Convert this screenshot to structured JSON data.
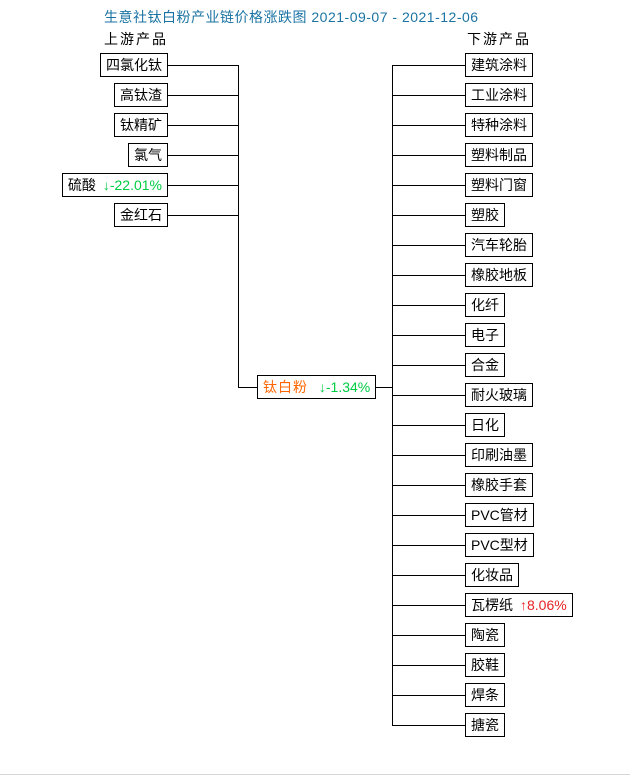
{
  "title": "生意社钛白粉产业链价格涨跌图 2021-09-07 - 2021-12-06",
  "headers": {
    "upstream": "上游产品",
    "downstream": "下游产品"
  },
  "colors": {
    "title": "#1a73a3",
    "down": "#00cc44",
    "up": "#e62222",
    "center_label": "#ff6600",
    "line": "#000000",
    "node_border": "#000000"
  },
  "center_node": {
    "label": "钛白粉",
    "change": "↓-1.34%",
    "direction": "down"
  },
  "upstream_nodes": [
    {
      "label": "四氯化钛"
    },
    {
      "label": "高钛渣"
    },
    {
      "label": "钛精矿"
    },
    {
      "label": "氯气"
    },
    {
      "label": "硫酸",
      "change": "↓-22.01%",
      "direction": "down"
    },
    {
      "label": "金红石"
    }
  ],
  "downstream_nodes": [
    {
      "label": "建筑涂料"
    },
    {
      "label": "工业涂料"
    },
    {
      "label": "特种涂料"
    },
    {
      "label": "塑料制品"
    },
    {
      "label": "塑料门窗"
    },
    {
      "label": "塑胶"
    },
    {
      "label": "汽车轮胎"
    },
    {
      "label": "橡胶地板"
    },
    {
      "label": "化纤"
    },
    {
      "label": "电子"
    },
    {
      "label": "合金"
    },
    {
      "label": "耐火玻璃"
    },
    {
      "label": "日化"
    },
    {
      "label": "印刷油墨"
    },
    {
      "label": "橡胶手套"
    },
    {
      "label": "PVC管材"
    },
    {
      "label": "PVC型材"
    },
    {
      "label": "化妆品"
    },
    {
      "label": "瓦楞纸",
      "change": "↑8.06%",
      "direction": "up"
    },
    {
      "label": "陶瓷"
    },
    {
      "label": "胶鞋"
    },
    {
      "label": "焊条"
    },
    {
      "label": "搪瓷"
    }
  ]
}
